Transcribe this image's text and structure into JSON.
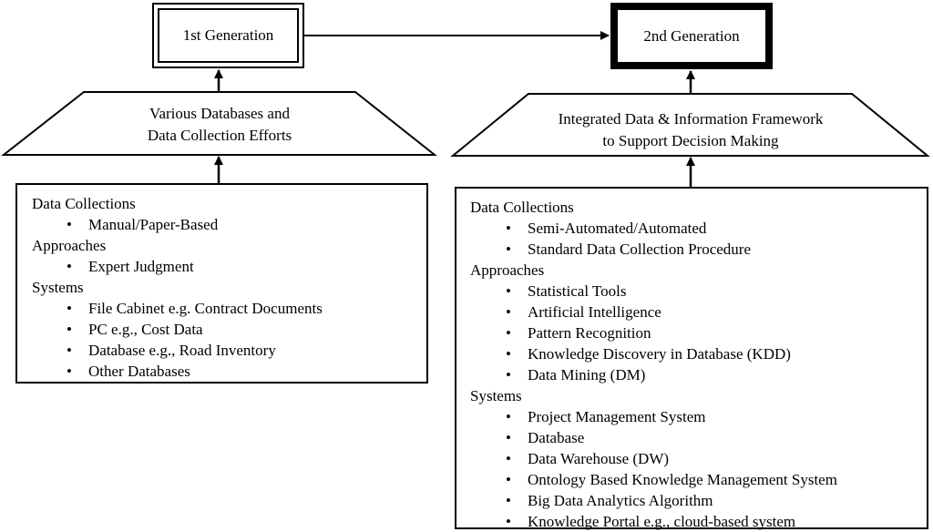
{
  "gen1": {
    "label": "1st Generation"
  },
  "gen2": {
    "label": "2nd Generation"
  },
  "trap1": {
    "line1": "Various Databases and",
    "line2": "Data Collection Efforts"
  },
  "trap2": {
    "line1": "Integrated Data & Information Framework",
    "line2": "to Support Decision Making"
  },
  "box1": {
    "sections": [
      {
        "title": "Data Collections",
        "items": [
          "Manual/Paper-Based"
        ]
      },
      {
        "title": "Approaches",
        "items": [
          "Expert Judgment"
        ]
      },
      {
        "title": "Systems",
        "items": [
          "File Cabinet e.g. Contract Documents",
          "PC e.g., Cost Data",
          "Database e.g., Road Inventory",
          "Other Databases"
        ]
      }
    ]
  },
  "box2": {
    "sections": [
      {
        "title": "Data Collections",
        "items": [
          "Semi-Automated/Automated",
          "Standard Data Collection Procedure"
        ]
      },
      {
        "title": "Approaches",
        "items": [
          "Statistical Tools",
          "Artificial Intelligence",
          "Pattern Recognition",
          "Knowledge Discovery in Database (KDD)",
          "Data Mining (DM)"
        ]
      },
      {
        "title": "Systems",
        "items": [
          "Project Management System",
          "Database",
          "Data Warehouse (DW)",
          "Ontology Based Knowledge Management System",
          "Big Data Analytics Algorithm",
          "Knowledge Portal e.g., cloud-based system"
        ]
      }
    ]
  },
  "bullet": "•"
}
